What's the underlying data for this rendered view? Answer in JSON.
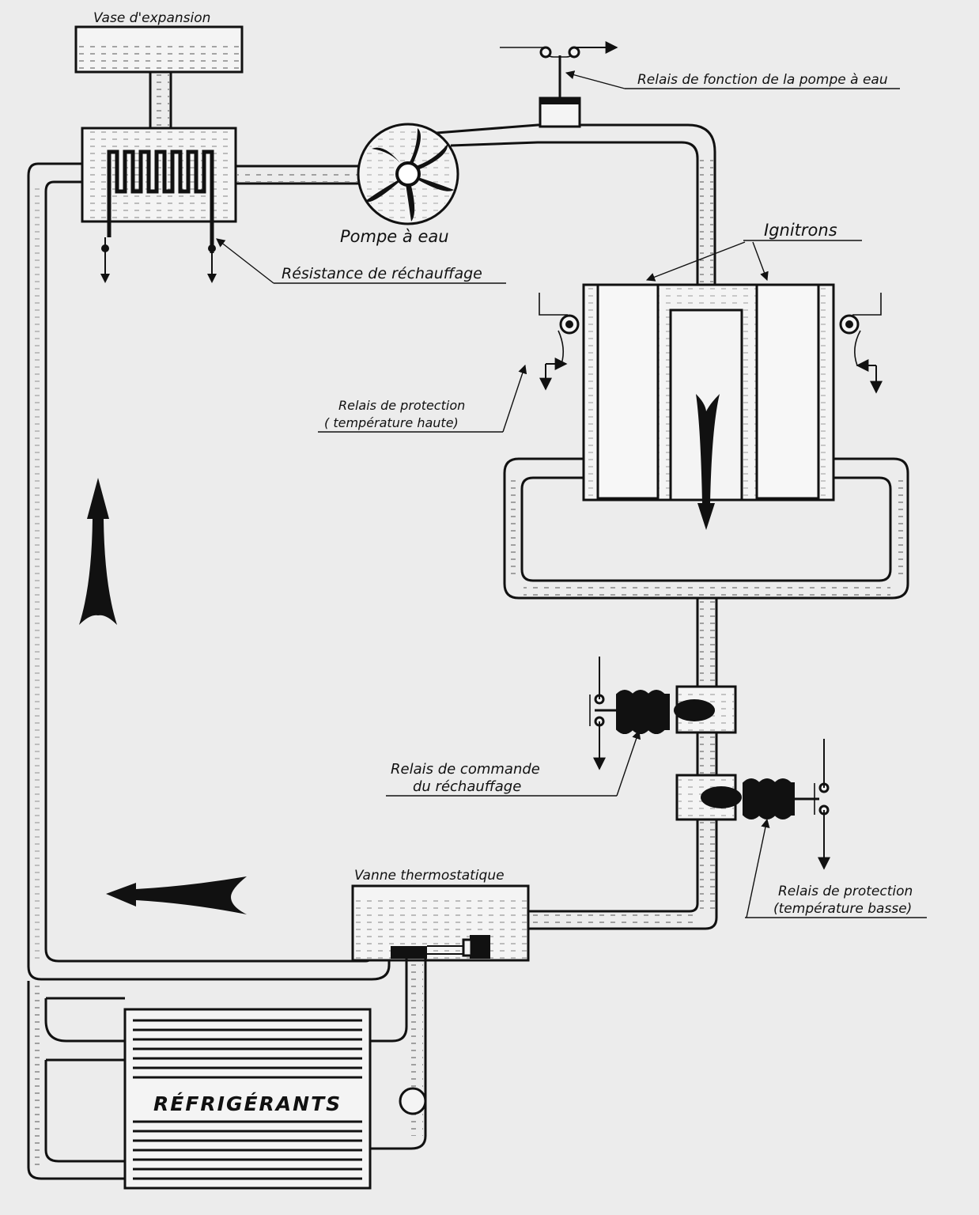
{
  "labels": {
    "expansion_tank": "Vase d'expansion",
    "pump_relay": "Relais de fonction de la pompe à eau",
    "pump": "Pompe à eau",
    "heater": "Résistance de réchauffage",
    "ignitrons": "Ignitrons",
    "relay_high_line1": "Relais de protection",
    "relay_high_line2": "( température haute)",
    "relay_heat_line1": "Relais de commande",
    "relay_heat_line2": "du réchauffage",
    "valve": "Vanne thermostatique",
    "relay_low_line1": "Relais de protection",
    "relay_low_line2": "(température basse)",
    "coolers": "RÉFRIGÉRANTS"
  },
  "colors": {
    "ink": "#111111",
    "paper": "#ececec"
  }
}
